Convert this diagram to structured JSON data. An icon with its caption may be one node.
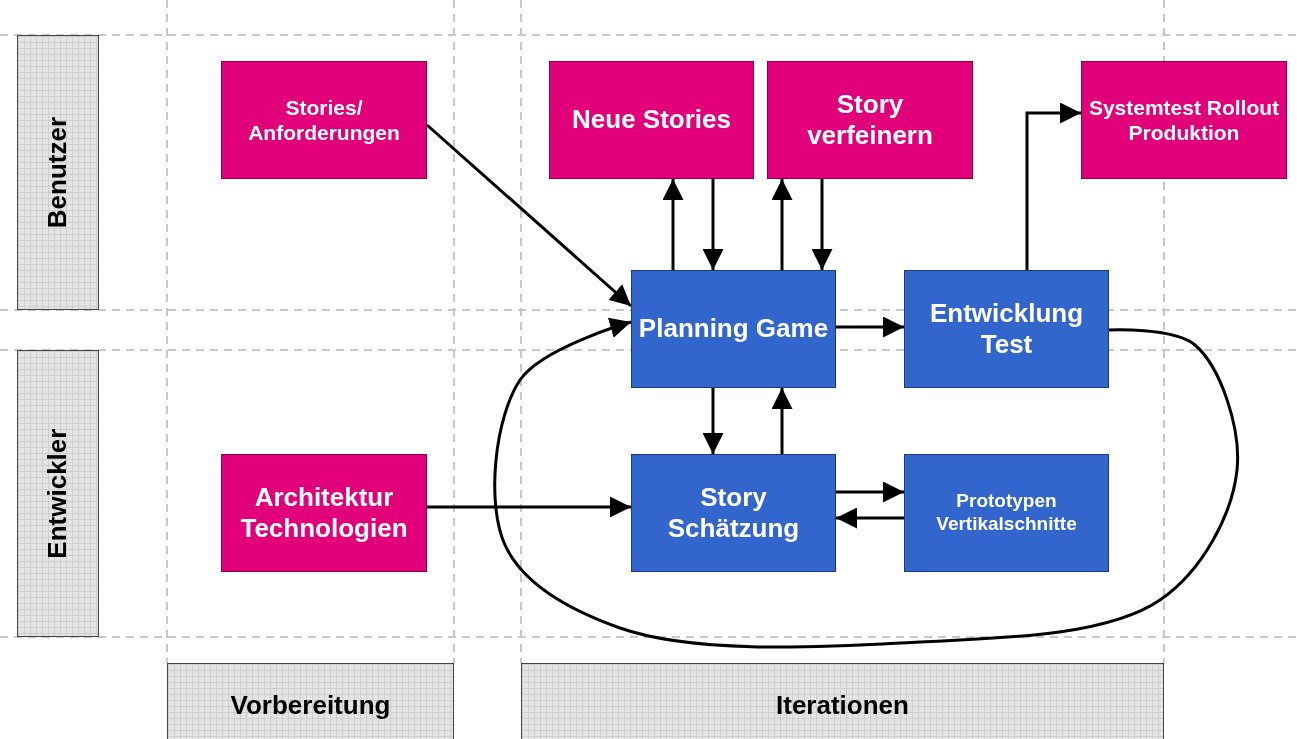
{
  "diagram": {
    "nodes": [
      {
        "text": [
          "Benutzer"
        ]
      },
      {
        "text": [
          "Entwickler"
        ]
      },
      {
        "text": [
          "Stories/ Anforderungen"
        ]
      },
      {
        "text": [
          "Neue Stories"
        ]
      },
      {
        "text": [
          "Story verfeinern"
        ]
      },
      {
        "text": [
          "Systemtest Rollout Produktion"
        ]
      },
      {
        "text": [
          "Planning Game"
        ]
      },
      {
        "text": [
          "Entwicklung Test"
        ]
      },
      {
        "text": [
          "Architektur Technologien"
        ]
      },
      {
        "text": [
          "Story Schätzung"
        ]
      },
      {
        "text": [
          "Prototypen Vertikalschnitte"
        ]
      },
      {
        "text": [
          "Vorbereitung"
        ]
      },
      {
        "text": [
          "Iterationen"
        ]
      }
    ],
    "edges": [
      {
        "from": 2,
        "to": 6,
        "arrow": "to"
      },
      {
        "from": 6,
        "to": 3,
        "arrow": "to"
      },
      {
        "from": 3,
        "to": 6,
        "arrow": "to"
      },
      {
        "from": 6,
        "to": 4,
        "arrow": "to"
      },
      {
        "from": 4,
        "to": 6,
        "arrow": "to"
      },
      {
        "from": 6,
        "to": 7,
        "arrow": "to"
      },
      {
        "from": 7,
        "to": 5,
        "arrow": "to"
      },
      {
        "from": 6,
        "to": 9,
        "arrow": "to"
      },
      {
        "from": 9,
        "to": 6,
        "arrow": "to"
      },
      {
        "from": 8,
        "to": 9,
        "arrow": "to"
      },
      {
        "from": 9,
        "to": 10,
        "arrow": "to"
      },
      {
        "from": 10,
        "to": 9,
        "arrow": "to"
      },
      {
        "from": 7,
        "to": 6,
        "arrow": "to"
      }
    ]
  }
}
